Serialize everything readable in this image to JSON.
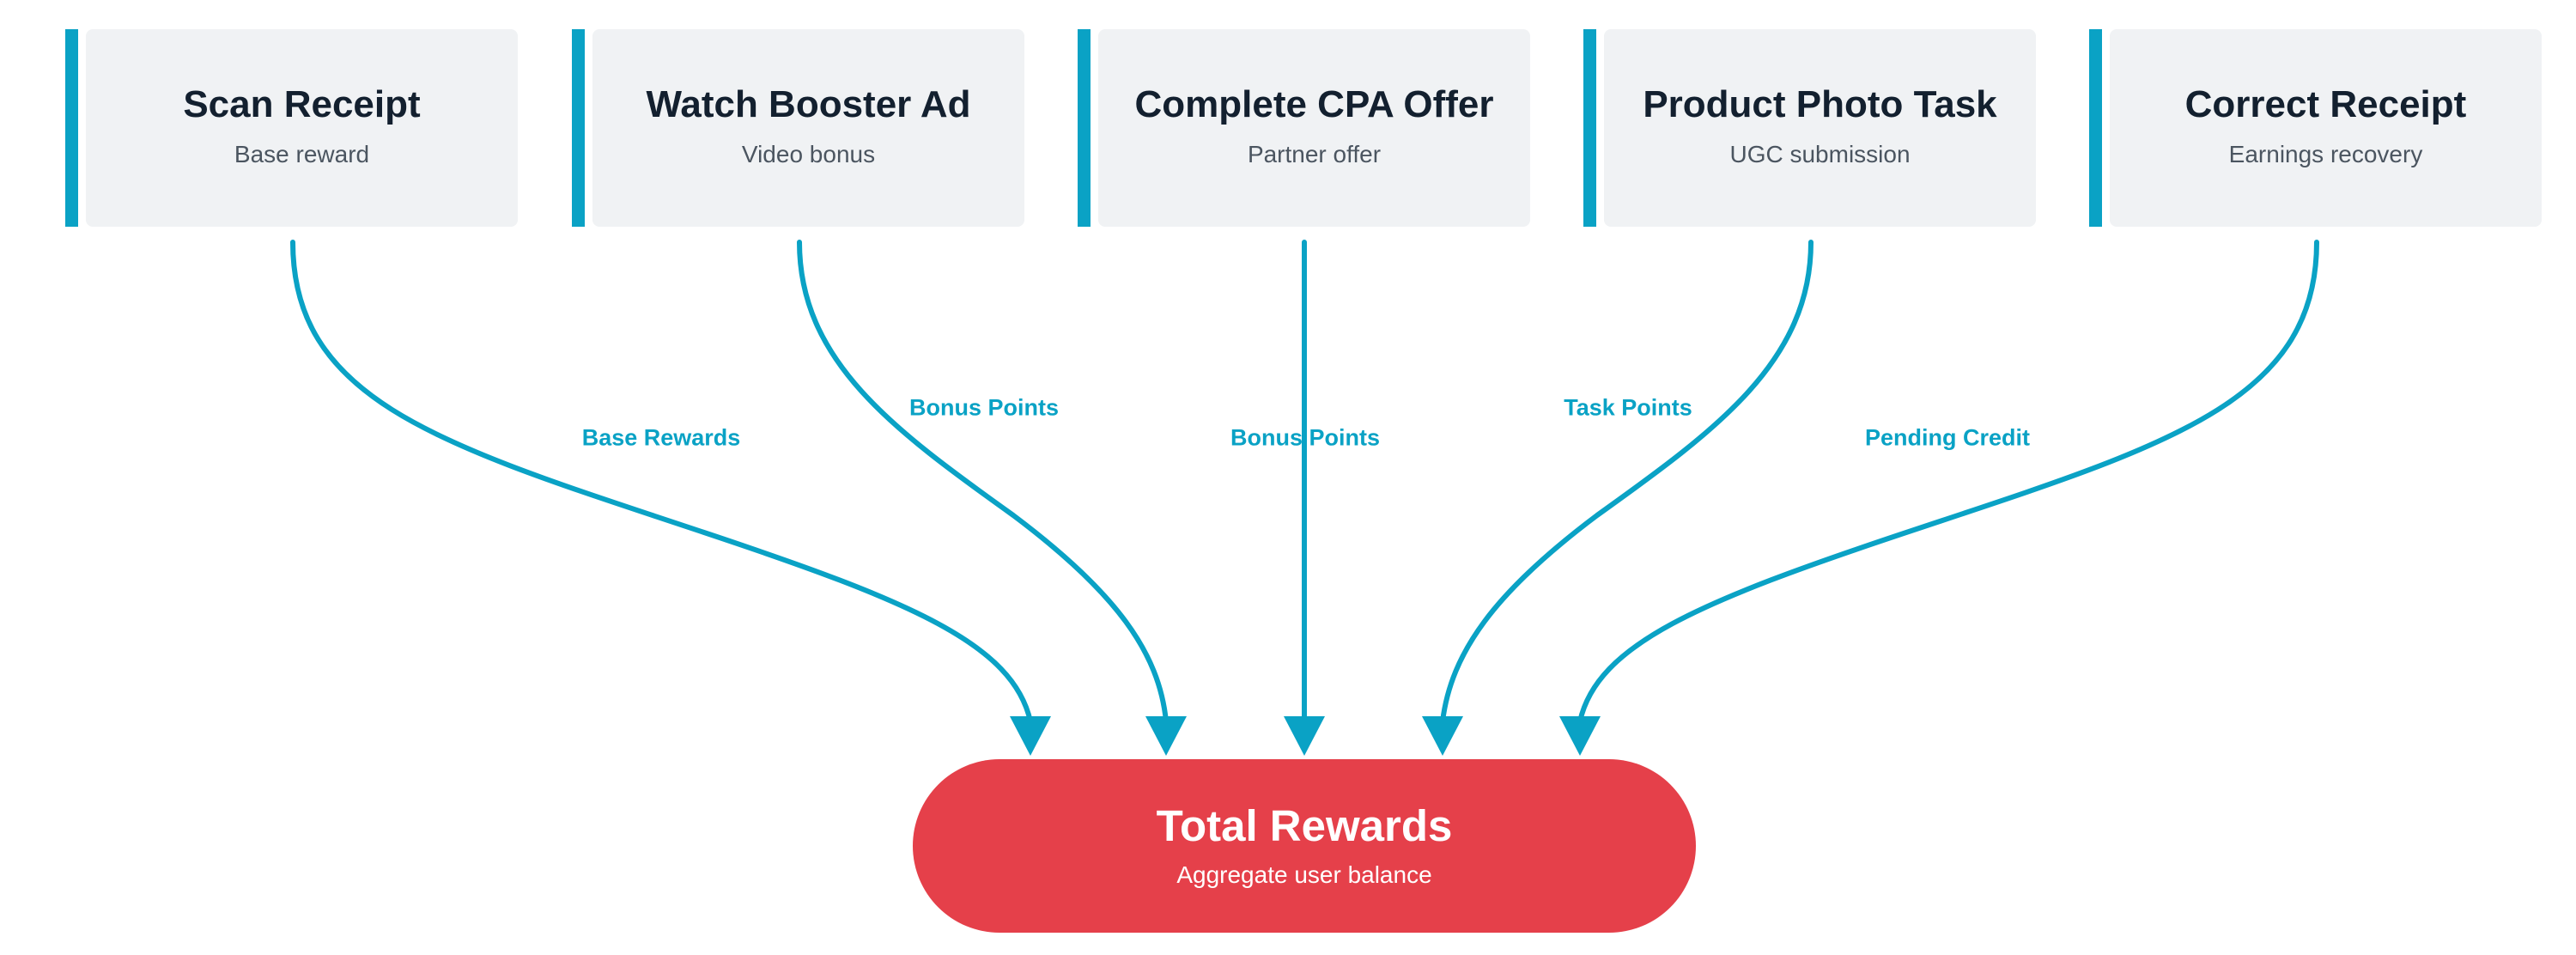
{
  "diagram": {
    "sources": [
      {
        "title": "Scan Receipt",
        "subtitle": "Base reward"
      },
      {
        "title": "Watch Booster Ad",
        "subtitle": "Video bonus"
      },
      {
        "title": "Complete CPA Offer",
        "subtitle": "Partner offer"
      },
      {
        "title": "Product Photo Task",
        "subtitle": "UGC submission"
      },
      {
        "title": "Correct Receipt",
        "subtitle": "Earnings recovery"
      }
    ],
    "edges": [
      {
        "from": "Scan Receipt",
        "to": "Total Rewards",
        "label": "Base Rewards"
      },
      {
        "from": "Watch Booster Ad",
        "to": "Total Rewards",
        "label": "Bonus Points"
      },
      {
        "from": "Complete CPA Offer",
        "to": "Total Rewards",
        "label": "Bonus Points"
      },
      {
        "from": "Product Photo Task",
        "to": "Total Rewards",
        "label": "Task Points"
      },
      {
        "from": "Correct Receipt",
        "to": "Total Rewards",
        "label": "Pending Credit"
      }
    ],
    "target": {
      "title": "Total Rewards",
      "subtitle": "Aggregate user balance"
    }
  },
  "colors": {
    "accent": "#0aa2c5",
    "target_fill": "#e5404a",
    "source_fill": "#f0f2f4",
    "title_text": "#13202f",
    "subtitle_text": "#4b5560"
  }
}
